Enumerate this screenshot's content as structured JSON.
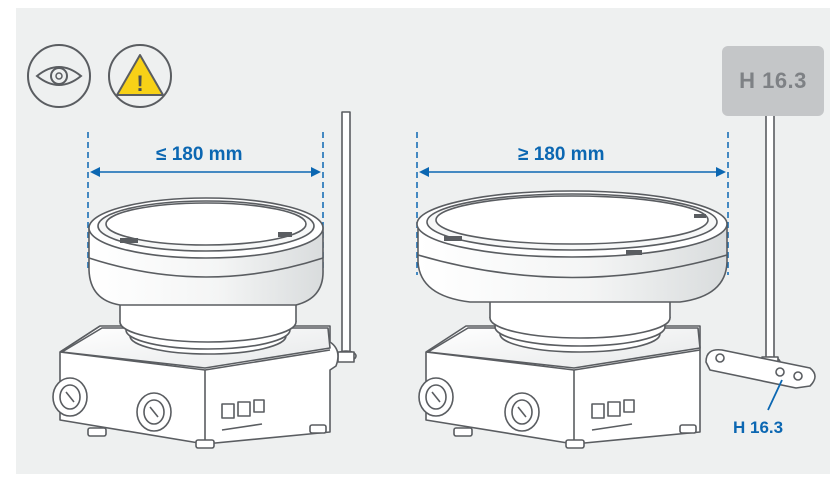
{
  "icons": {
    "observe": "eye-icon",
    "warning": "warning-icon",
    "warning_mark": "!"
  },
  "badge": {
    "label": "H 16.3"
  },
  "left_figure": {
    "dimension_label": "≤ 180 mm"
  },
  "right_figure": {
    "dimension_label": "≥ 180 mm",
    "callout_label": "H 16.3"
  },
  "colors": {
    "panel_bg": "#eef0f0",
    "dimension_blue": "#0b67b2",
    "warning_yellow": "#f7d117",
    "badge_bg": "#c4c6c8",
    "badge_text": "#7e8185",
    "device_gray": "#5a5d61"
  }
}
